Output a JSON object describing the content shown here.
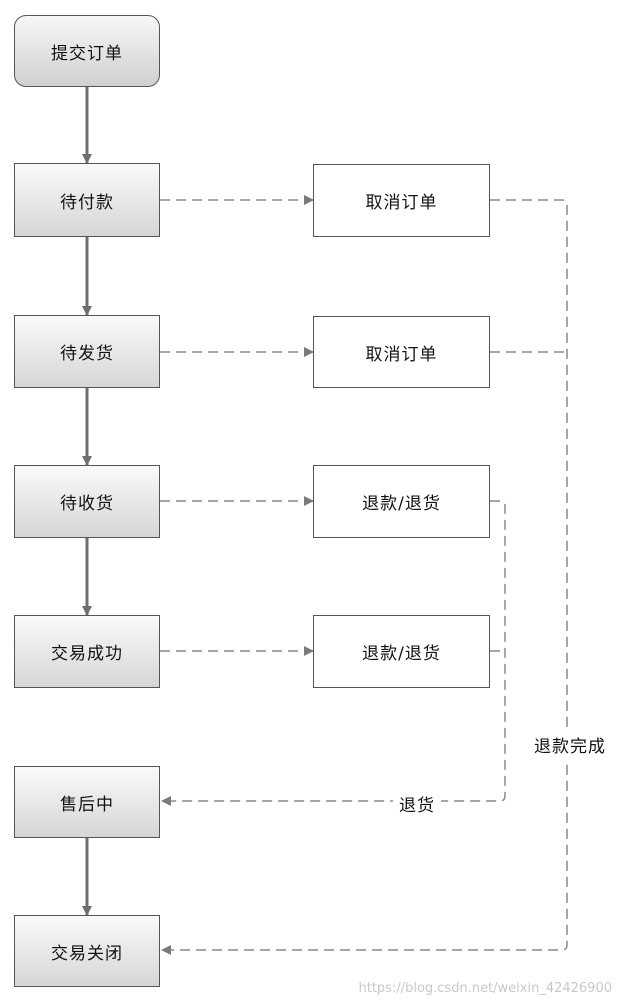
{
  "nodes": {
    "submit_order": "提交订单",
    "pending_payment": "待付款",
    "pending_shipment": "待发货",
    "pending_receipt": "待收货",
    "deal_success": "交易成功",
    "after_sale": "售后中",
    "deal_closed": "交易关闭",
    "cancel_order_1": "取消订单",
    "cancel_order_2": "取消订单",
    "refund_return_1": "退款/退货",
    "refund_return_2": "退款/退货"
  },
  "edge_labels": {
    "return_goods": "退货",
    "refund_complete": "退款完成"
  },
  "watermark": "https://blog.csdn.net/weixin_42426900",
  "colors": {
    "solid_edge": "#6e6e6e",
    "dashed_edge": "#8a8a8a",
    "border": "#555555"
  }
}
